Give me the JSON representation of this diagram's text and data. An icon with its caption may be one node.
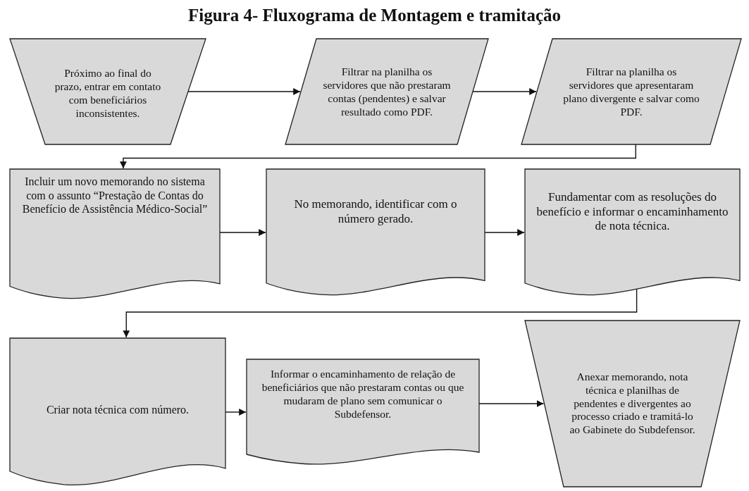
{
  "diagram": {
    "title": "Figura 4- Fluxograma de Montagem e tramitação",
    "nodes": [
      {
        "text": [
          "Próximo ao final do prazo, entrar em contato com beneficiários inconsistentes."
        ]
      },
      {
        "text": [
          "Filtrar na planilha os servidores que não prestaram contas (pendentes) e salvar resultado como PDF."
        ]
      },
      {
        "text": [
          "Filtrar na planilha os servidores que apresentaram plano divergente e salvar como PDF."
        ]
      },
      {
        "text": [
          "Incluir um novo memorando no sistema com o assunto “Prestação de Contas do Benefício de Assistência Médico-Social”"
        ]
      },
      {
        "text": [
          "No memorando, identificar com o número gerado."
        ]
      },
      {
        "text": [
          "Fundamentar com as resoluções do benefício e informar o encaminhamento de nota técnica."
        ]
      },
      {
        "text": [
          "Criar nota técnica com número."
        ]
      },
      {
        "text": [
          "Informar o encaminhamento de relação de beneficiários que não prestaram contas ou que mudaram de plano sem comunicar o Subdefensor."
        ]
      },
      {
        "text": [
          "Anexar memorando, nota técnica e planilhas de pendentes e divergentes ao processo criado e tramitá-lo ao Gabinete do Subdefensor."
        ]
      }
    ],
    "edges": [
      {
        "from": 0,
        "to": 1,
        "arrow": "to"
      },
      {
        "from": 1,
        "to": 2,
        "arrow": "to"
      },
      {
        "from": 2,
        "to": 3,
        "arrow": "to"
      },
      {
        "from": 3,
        "to": 4,
        "arrow": "to"
      },
      {
        "from": 4,
        "to": 5,
        "arrow": "to"
      },
      {
        "from": 5,
        "to": 6,
        "arrow": "to"
      },
      {
        "from": 6,
        "to": 7,
        "arrow": "to"
      },
      {
        "from": 7,
        "to": 8,
        "arrow": "to"
      }
    ]
  }
}
